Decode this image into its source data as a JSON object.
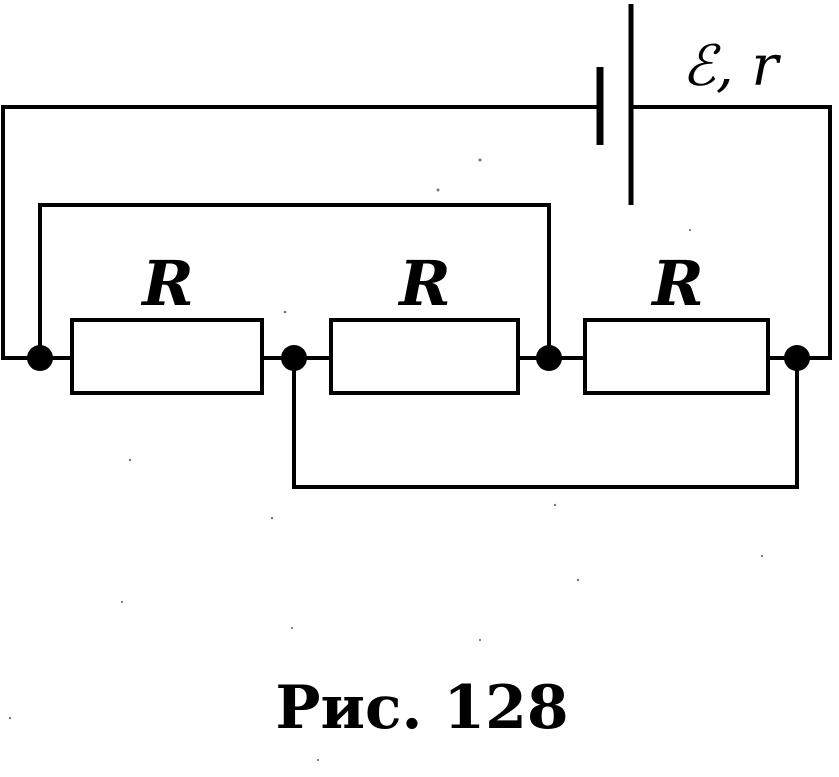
{
  "figure": {
    "battery_label": "ℰ, r",
    "resistors": [
      {
        "label": "R"
      },
      {
        "label": "R"
      },
      {
        "label": "R"
      }
    ],
    "caption": "Рис. 128"
  }
}
